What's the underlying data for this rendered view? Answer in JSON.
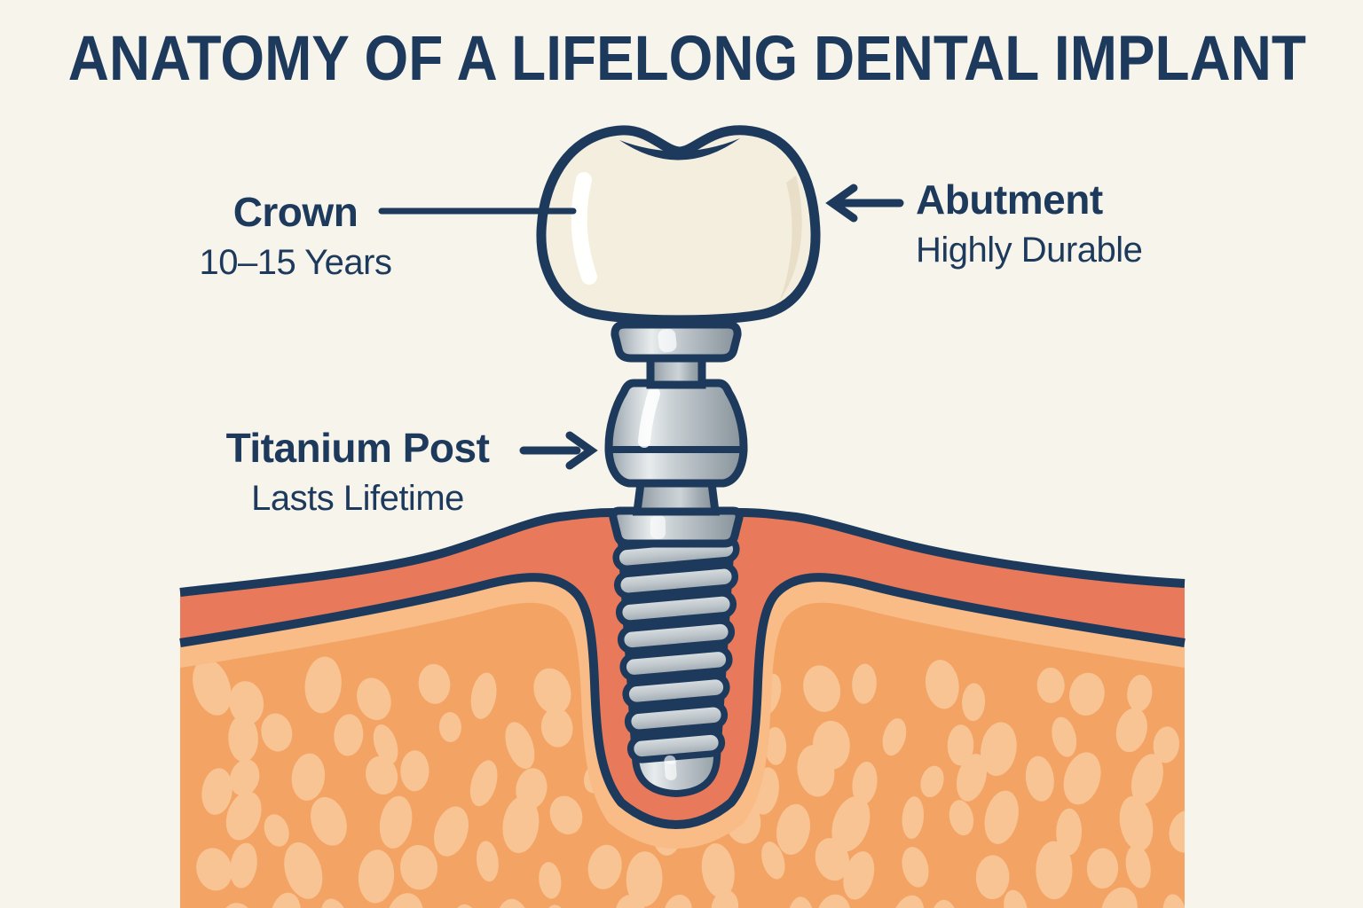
{
  "title": "ANATOMY OF A LIFELONG DENTAL IMPLANT",
  "callouts": {
    "crown": {
      "label": "Crown",
      "detail": "10–15 Years",
      "pointer": "line-right"
    },
    "abutment": {
      "label": "Abutment",
      "detail": "Highly Durable",
      "pointer": "arrow-left"
    },
    "post": {
      "label": "Titanium Post",
      "detail": "Lasts Lifetime",
      "pointer": "arrow-right"
    }
  },
  "colors": {
    "background": "#f7f4ec",
    "ink": "#1d3a5c",
    "gum": "#e8795a",
    "bone_band": "#f9bc87",
    "bone": "#f3a464",
    "bone_spot": "#f8c494",
    "crown": "#f4eede",
    "crown_shade": "#e8dcc4",
    "metal_light": "#e6eaec",
    "metal_mid": "#b9c2c8",
    "metal_dark": "#8a959d"
  }
}
